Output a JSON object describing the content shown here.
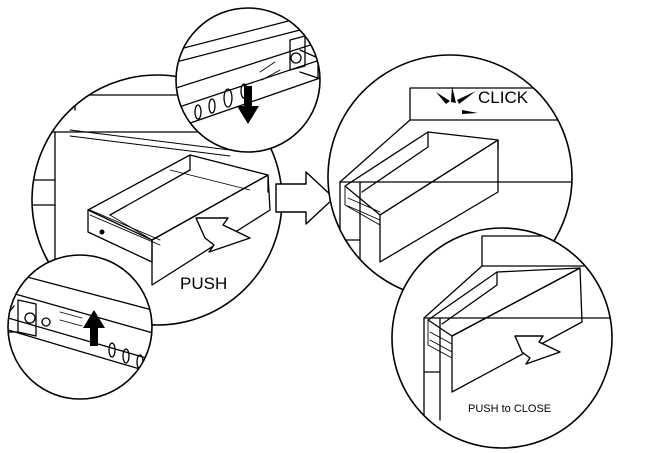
{
  "labels": {
    "push": "PUSH",
    "click": "CLICK",
    "push_to_close": "PUSH to CLOSE"
  }
}
